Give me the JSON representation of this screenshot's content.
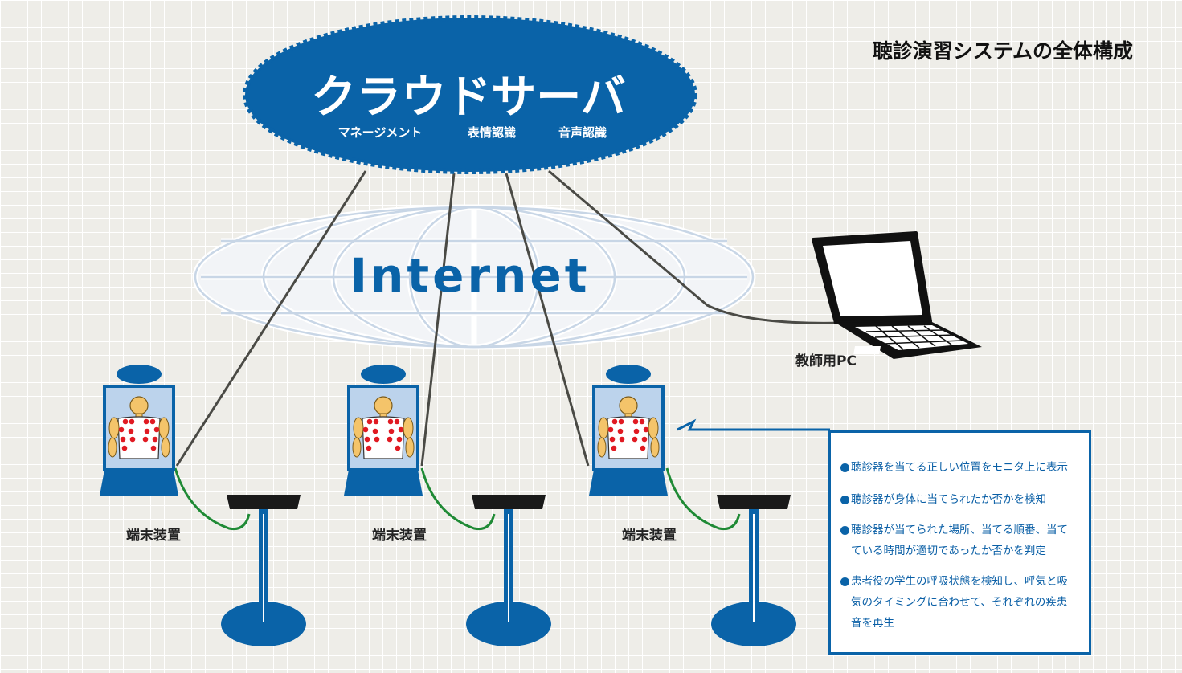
{
  "title": "聴診演習システムの全体構成",
  "cloud": {
    "label": "クラウドサーバ",
    "services": [
      "マネージメント",
      "表情認識",
      "音声認識"
    ]
  },
  "internet": {
    "label": "Internet"
  },
  "teacher_pc": {
    "label": "教師用PC"
  },
  "terminals": [
    {
      "label": "端末装置"
    },
    {
      "label": "端末装置"
    },
    {
      "label": "端末装置"
    }
  ],
  "features": [
    "聴診器を当てる正しい位置をモニタ上に表示",
    "聴診器が身体に当てられたか否かを検知",
    "聴診器が当てられた場所、当てる順番、当てている時間が適切であったか否かを判定",
    "患者役の学生の呼吸状態を検知し、呼気と吸気のタイミングに合わせて、それぞれの疾患音を再生"
  ],
  "colors": {
    "primary_blue": "#0a63a8",
    "cable_green": "#1f8a35",
    "marker_red": "#e01a22",
    "line_dark": "#4a4a45"
  }
}
